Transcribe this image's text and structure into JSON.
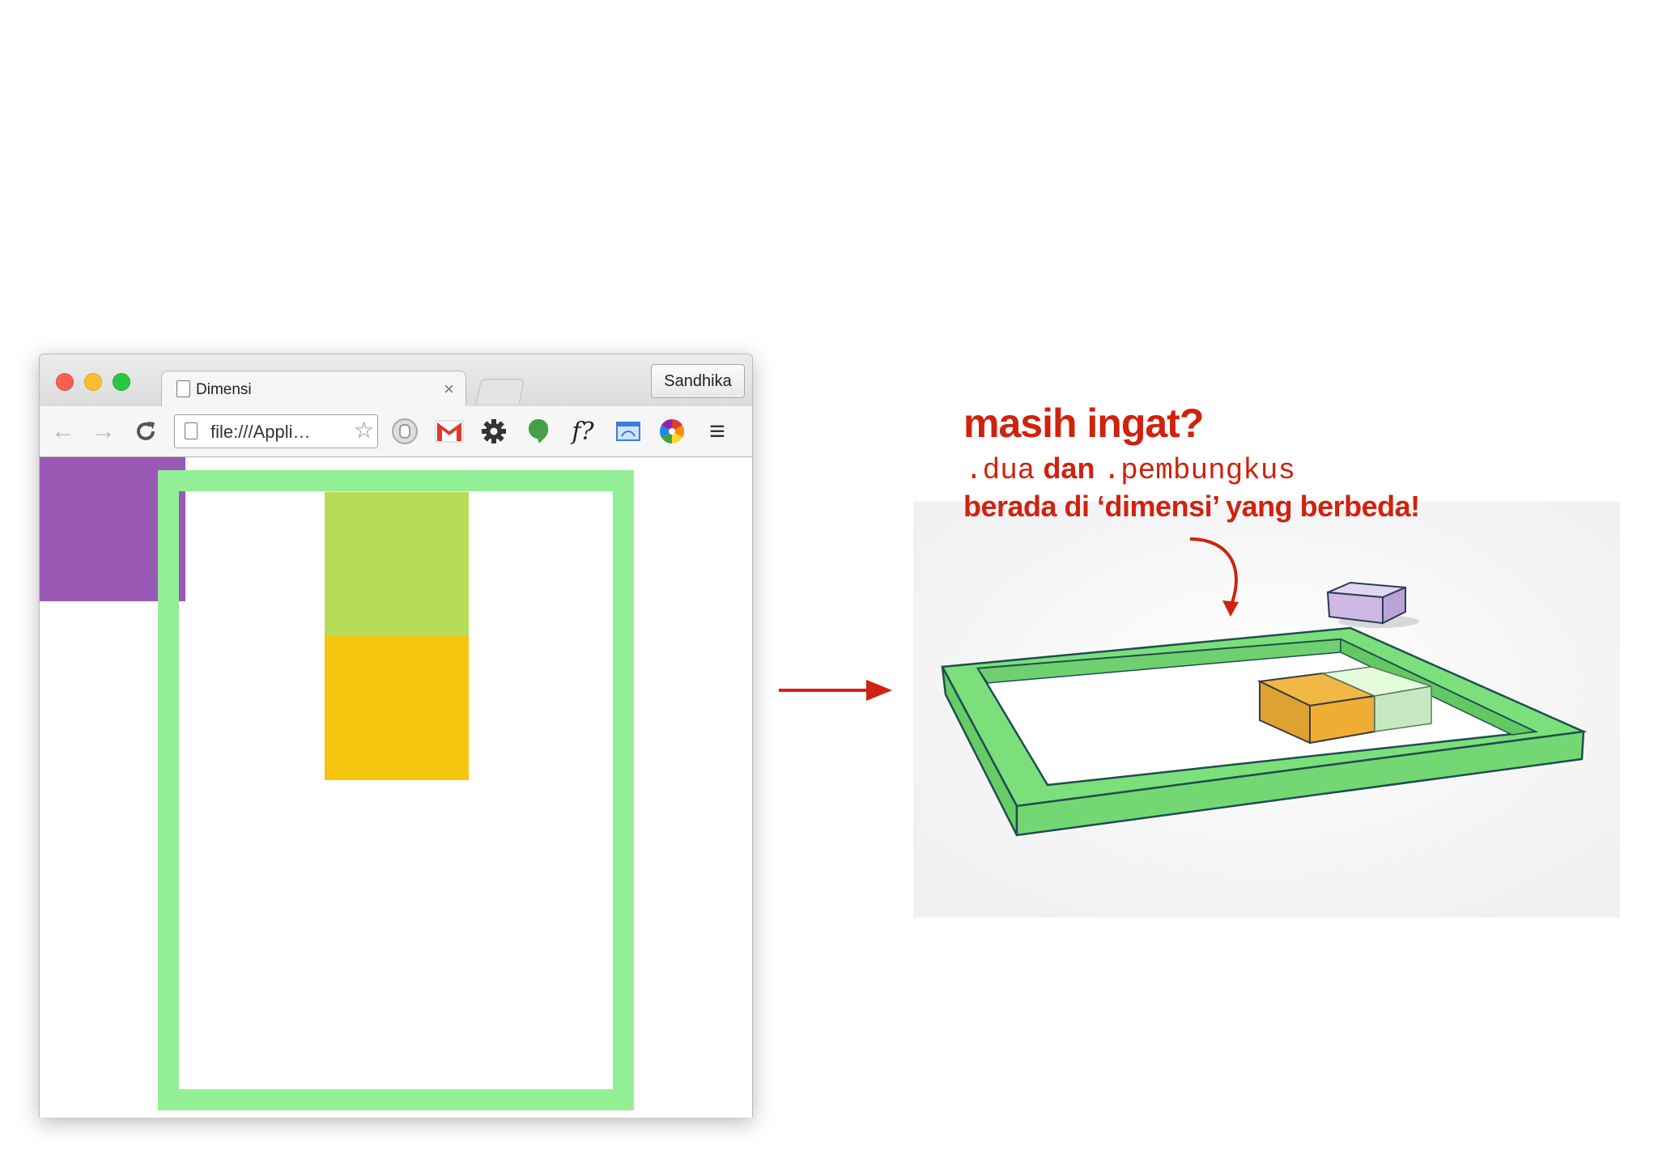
{
  "window": {
    "tab_title": "Dimensi",
    "tab_close": "×",
    "profile_name": "Sandhika"
  },
  "toolbar": {
    "back_glyph": "←",
    "forward_glyph": "→",
    "reload_glyph": "C",
    "address": "file:///Appli…",
    "bookmark_glyph": "☆",
    "ext_fonts_label": "f?",
    "menu_glyph": "≡"
  },
  "page_colors": {
    "purple": "#9b59b6",
    "green_border": "#93ef96",
    "lime": "#b7dc57",
    "yellow": "#f4c40f"
  },
  "caption": {
    "title": "masih ingat?",
    "class_one": ".dua",
    "connector": "dan",
    "class_two": ".pembungkus",
    "line3": "berada di ‘dimensi’ yang berbeda!"
  },
  "accent_color": "#d0220e"
}
